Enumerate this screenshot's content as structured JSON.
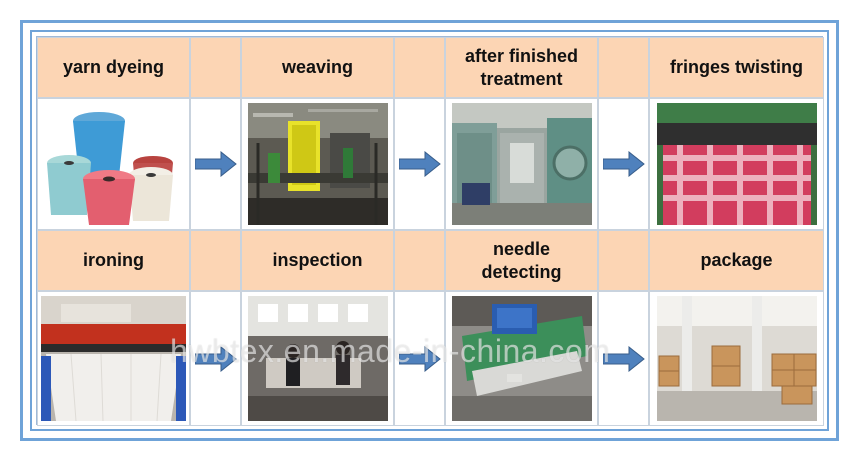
{
  "steps": [
    {
      "label": "yarn dyeing",
      "photo_icon": "yarn-cones-photo"
    },
    {
      "label": "weaving",
      "photo_icon": "loom-photo"
    },
    {
      "label": "after finished treatment",
      "photo_icon": "finishing-machines-photo"
    },
    {
      "label": "fringes twisting",
      "photo_icon": "fringe-machine-photo"
    },
    {
      "label": "ironing",
      "photo_icon": "ironing-machine-photo"
    },
    {
      "label": "inspection",
      "photo_icon": "inspection-workshop-photo"
    },
    {
      "label": "needle detecting",
      "photo_icon": "needle-detector-photo"
    },
    {
      "label": "package",
      "photo_icon": "warehouse-boxes-photo"
    }
  ],
  "colors": {
    "label_bg": "#fcd5b4",
    "frame_border": "#6fa3d8",
    "arrow_fill": "#4f81bd"
  },
  "watermark": "hwbtex.en.made-in-china.com"
}
